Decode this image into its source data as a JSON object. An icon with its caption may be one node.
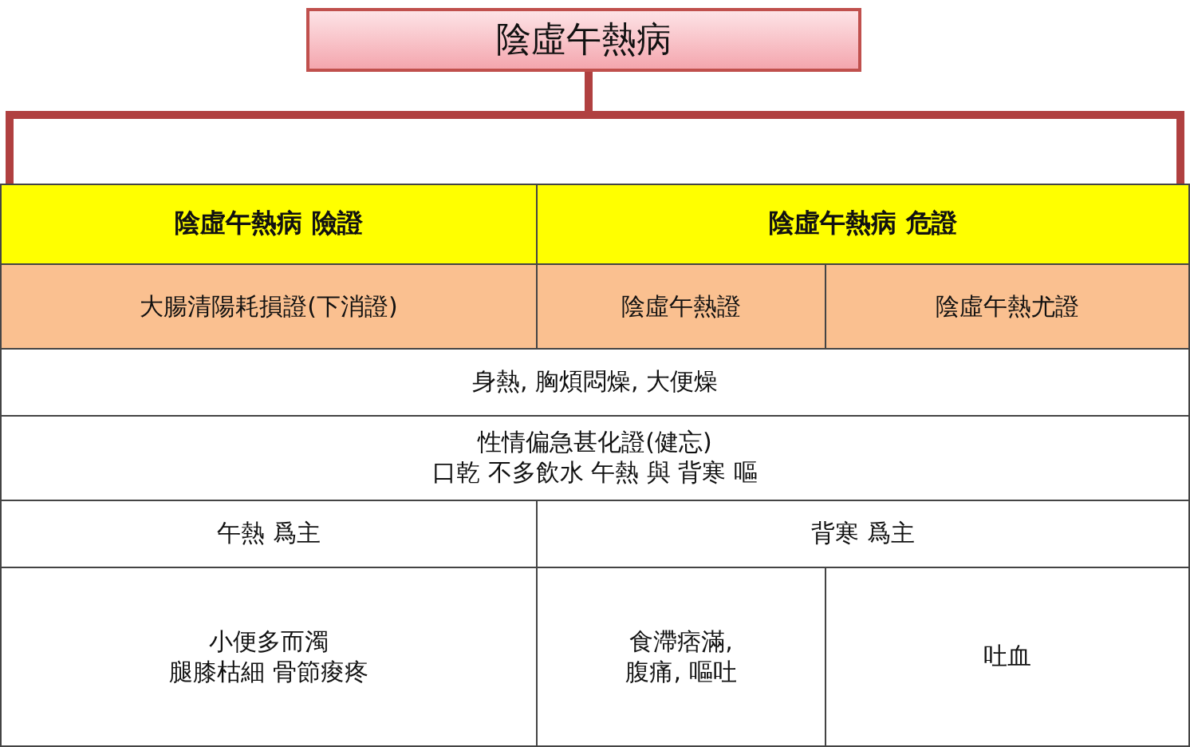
{
  "diagram": {
    "nodes": [
      {
        "text": [
          "陰虛午熱病"
        ]
      },
      {
        "text": [
          "陰虛午熱病 險證"
        ]
      },
      {
        "text": [
          "陰虛午熱病 危證"
        ]
      }
    ],
    "edges": [
      {
        "from": 0,
        "to": 1,
        "arrow": "none"
      },
      {
        "from": 0,
        "to": 2,
        "arrow": "none"
      }
    ],
    "labels": [
      "大腸清陽耗損證(下消證)",
      "陰虛午熱證",
      "陰虛午熱尤證",
      "身熱, 胸煩悶燥, 大便燥",
      "性情偏急甚化證(健忘)",
      "口乾 不多飲水 午熱 與 背寒 嘔",
      "午熱 爲主",
      "背寒 爲主",
      "小便多而濁",
      "腿膝枯細 骨節痠疼",
      "食滯痞滿,",
      "腹痛, 嘔吐",
      "吐血"
    ]
  }
}
